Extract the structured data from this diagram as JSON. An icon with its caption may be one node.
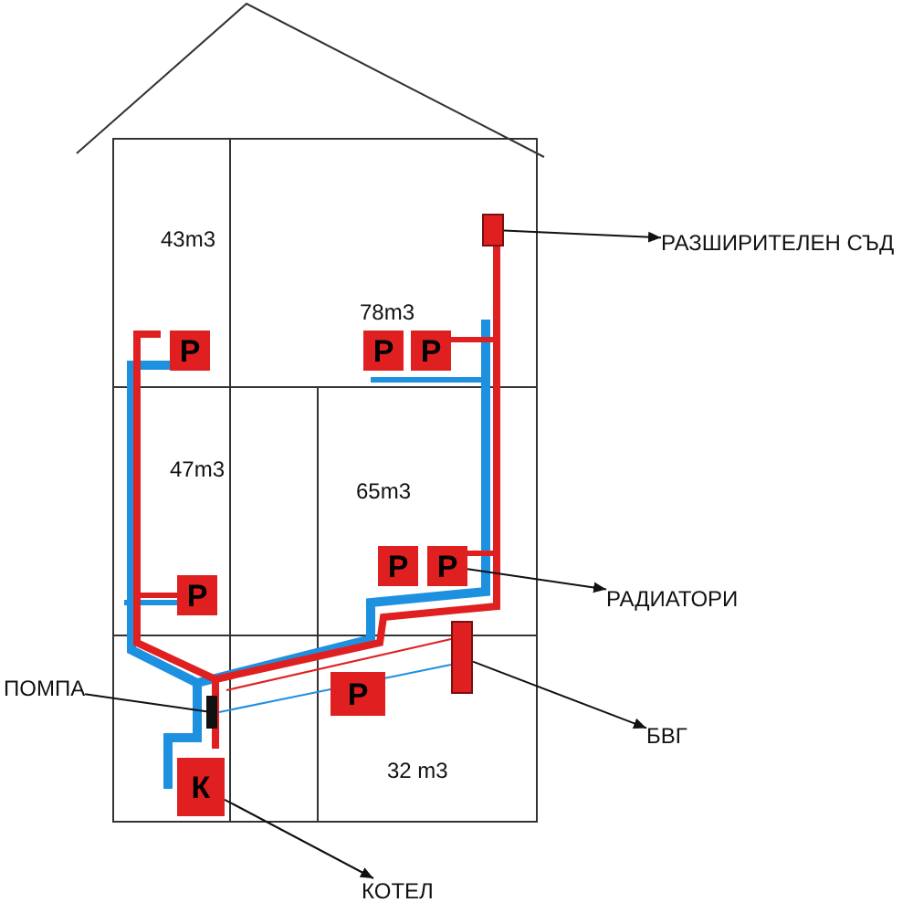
{
  "diagram": {
    "nodes": [
      {
        "text": [],
        "shape": "box"
      },
      {
        "text": [
          "РАЗШИРИТЕЛЕН СЪД"
        ]
      },
      {
        "text": [
          "Р"
        ]
      },
      {
        "text": [
          "Р"
        ]
      },
      {
        "text": [
          "Р"
        ]
      },
      {
        "text": [
          "Р"
        ]
      },
      {
        "text": [
          "Р"
        ]
      },
      {
        "text": [
          "РАДИАТОРИ"
        ]
      },
      {
        "text": [
          "Р"
        ]
      },
      {
        "text": [],
        "shape": "box"
      },
      {
        "text": [
          "ПОМПА"
        ]
      },
      {
        "text": [],
        "shape": "box"
      },
      {
        "text": [
          "Р"
        ]
      },
      {
        "text": [
          "БВГ"
        ]
      },
      {
        "text": [
          "К"
        ]
      },
      {
        "text": [
          "КОТЕЛ"
        ]
      }
    ],
    "edges": [
      {
        "from": 0,
        "to": 1,
        "arrow": "to"
      },
      {
        "from": 6,
        "to": 7,
        "arrow": "to"
      },
      {
        "from": 9,
        "to": 13,
        "arrow": "to"
      },
      {
        "from": 10,
        "to": 11,
        "arrow": "none"
      },
      {
        "from": 14,
        "to": 15,
        "arrow": "to"
      }
    ],
    "labels": [
      "43m3",
      "78m3",
      "47m3",
      "65m3",
      "32 m3"
    ]
  }
}
